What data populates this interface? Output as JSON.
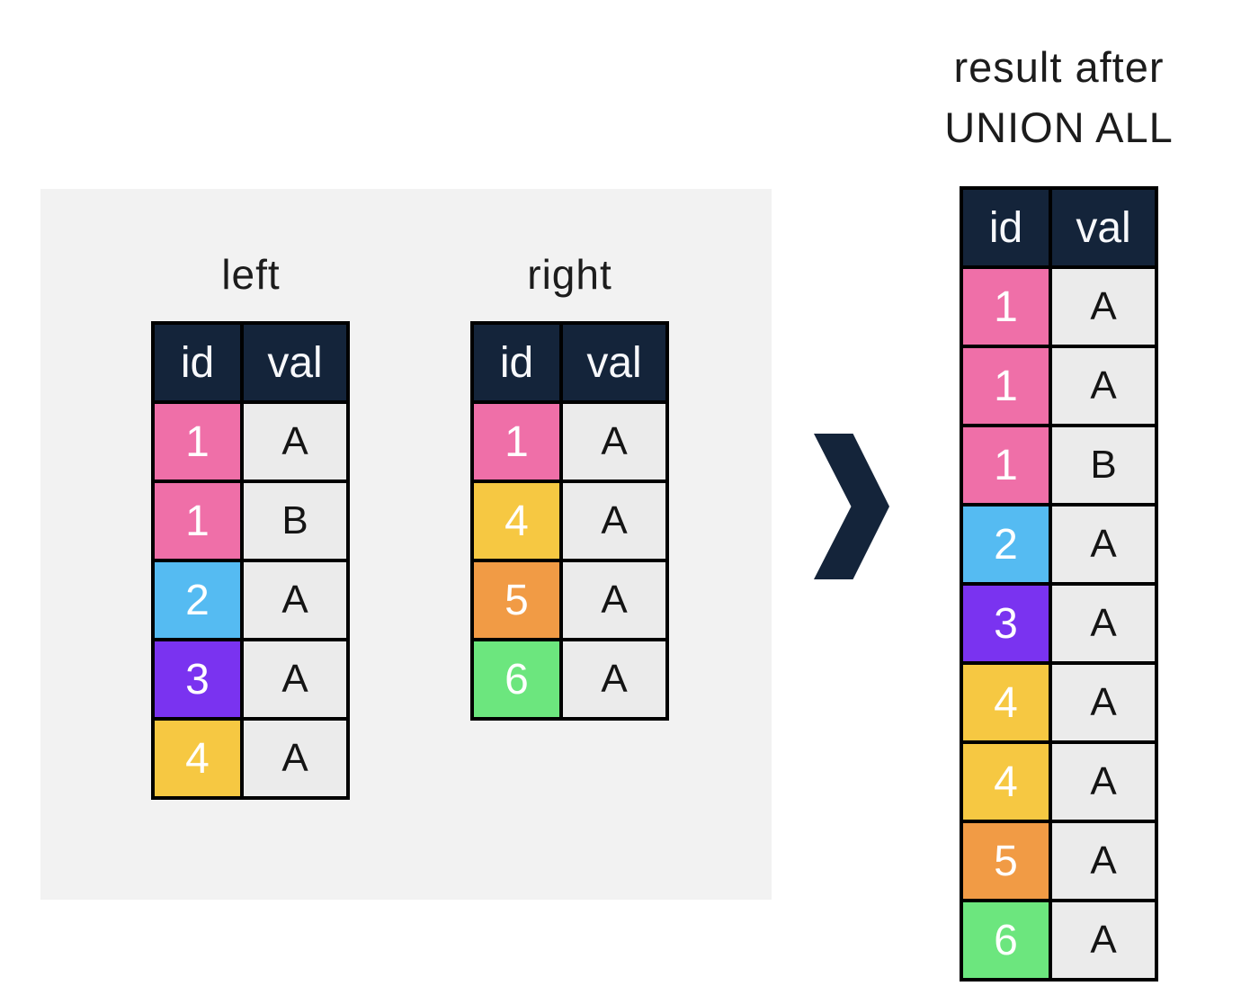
{
  "result_title": {
    "line1": "result after",
    "line2": "UNION ALL"
  },
  "colors": {
    "pink": "#ef6fa8",
    "blue": "#55bbf2",
    "purple": "#7a33f0",
    "yellow": "#f6c842",
    "orange": "#f19b45",
    "green": "#6ce67e",
    "navy": "#14243a",
    "cell_bg": "#ebebeb",
    "panel_bg": "#f2f2f2"
  },
  "arrow": {
    "icon": "chevron-right"
  },
  "left_table": {
    "title": "left",
    "headers": {
      "id": "id",
      "val": "val"
    },
    "rows": [
      {
        "id": "1",
        "val": "A",
        "color": "pink"
      },
      {
        "id": "1",
        "val": "B",
        "color": "pink"
      },
      {
        "id": "2",
        "val": "A",
        "color": "blue"
      },
      {
        "id": "3",
        "val": "A",
        "color": "purple"
      },
      {
        "id": "4",
        "val": "A",
        "color": "yellow"
      }
    ]
  },
  "right_table": {
    "title": "right",
    "headers": {
      "id": "id",
      "val": "val"
    },
    "rows": [
      {
        "id": "1",
        "val": "A",
        "color": "pink"
      },
      {
        "id": "4",
        "val": "A",
        "color": "yellow"
      },
      {
        "id": "5",
        "val": "A",
        "color": "orange"
      },
      {
        "id": "6",
        "val": "A",
        "color": "green"
      }
    ]
  },
  "result_table": {
    "headers": {
      "id": "id",
      "val": "val"
    },
    "rows": [
      {
        "id": "1",
        "val": "A",
        "color": "pink"
      },
      {
        "id": "1",
        "val": "A",
        "color": "pink"
      },
      {
        "id": "1",
        "val": "B",
        "color": "pink"
      },
      {
        "id": "2",
        "val": "A",
        "color": "blue"
      },
      {
        "id": "3",
        "val": "A",
        "color": "purple"
      },
      {
        "id": "4",
        "val": "A",
        "color": "yellow"
      },
      {
        "id": "4",
        "val": "A",
        "color": "yellow"
      },
      {
        "id": "5",
        "val": "A",
        "color": "orange"
      },
      {
        "id": "6",
        "val": "A",
        "color": "green"
      }
    ]
  }
}
